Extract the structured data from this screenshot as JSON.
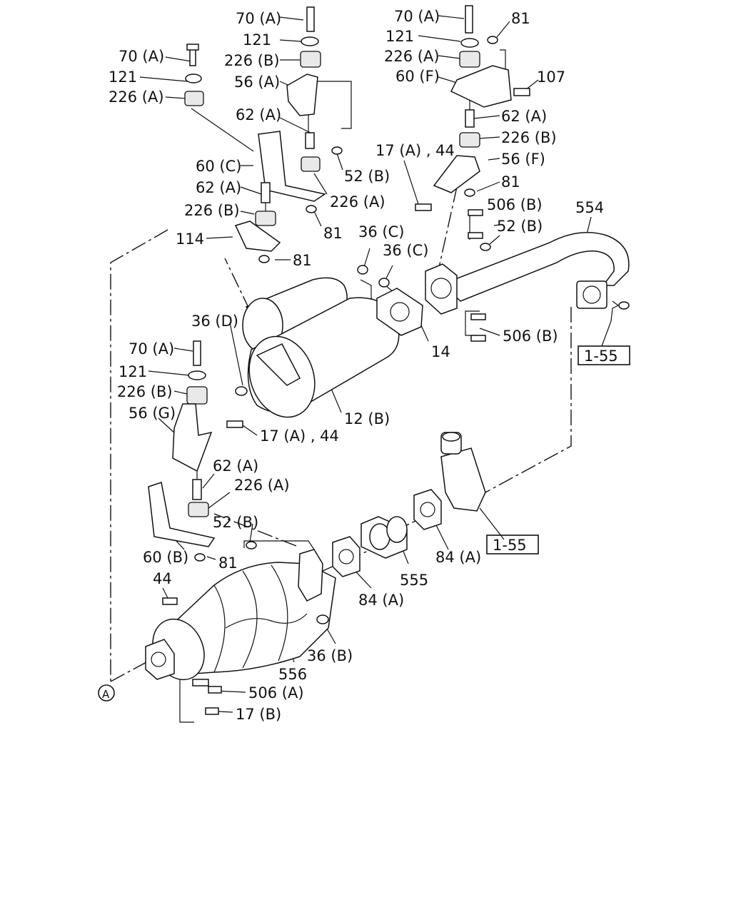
{
  "labels": {
    "l01": "70 (A)",
    "l02": "121",
    "l03": "226 (B)",
    "l04": "56 (A)",
    "l05": "62 (A)",
    "l06": "52 (B)",
    "l07": "226 (A)",
    "l08": "81",
    "l09": "70 (A)",
    "l10": "121",
    "l11": "226 (A)",
    "l12": "60 (C)",
    "l13": "62 (A)",
    "l14": "226 (B)",
    "l15": "114",
    "l16": "81",
    "l17": "70 (A)",
    "l18": "81",
    "l19": "121",
    "l20": "226 (A)",
    "l21": "60 (F)",
    "l22": "107",
    "l23": "62 (A)",
    "l24": "226 (B)",
    "l25": "17 (A) , 44",
    "l26": "56 (F)",
    "l27": "81",
    "l28": "506 (B)",
    "l29": "554",
    "l30": "52 (B)",
    "l31": "36 (C)",
    "l32": "36 (C)",
    "l33": "36 (D)",
    "l34": "14",
    "l35": "506 (B)",
    "l36": "1-55",
    "l37": "12 (B)",
    "l38": "70 (A)",
    "l39": "121",
    "l40": "226 (B)",
    "l41": "56 (G)",
    "l42": "17 (A) , 44",
    "l43": "62 (A)",
    "l44": "226 (A)",
    "l45": "52 (B)",
    "l46": "60 (B)",
    "l47": "81",
    "l48": "44",
    "l49": "1-55",
    "l50": "84 (A)",
    "l51": "555",
    "l52": "84 (A)",
    "l53": "36 (B)",
    "l54": "556",
    "l55": "506 (A)",
    "l56": "17 (B)",
    "l57": "A"
  }
}
